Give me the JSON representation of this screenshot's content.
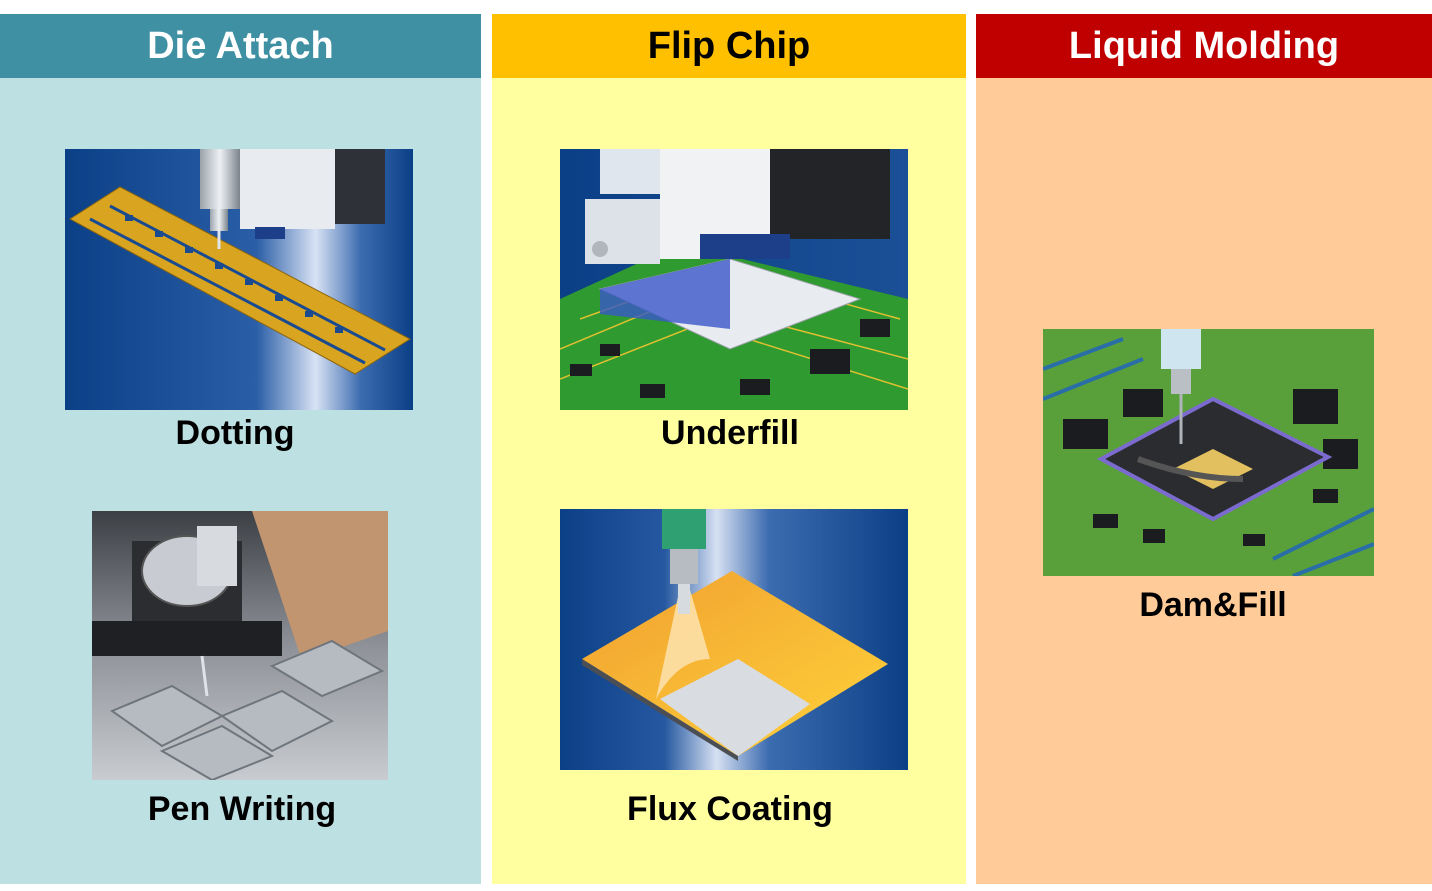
{
  "columns": [
    {
      "title": "Die Attach",
      "header_color": "#4090a4",
      "title_color": "#ffffff",
      "bg_color": "#bde0e3",
      "items": [
        {
          "label": "Dotting"
        },
        {
          "label": "Pen Writing"
        }
      ]
    },
    {
      "title": "Flip Chip",
      "header_color": "#ffc000",
      "title_color": "#000000",
      "bg_color": "#ffff9f",
      "items": [
        {
          "label": "Underfill"
        },
        {
          "label": "Flux Coating"
        }
      ]
    },
    {
      "title": "Liquid Molding",
      "header_color": "#c00000",
      "title_color": "#ffffff",
      "bg_color": "#ffcc99",
      "items": [
        {
          "label": "Dam&Fill"
        }
      ]
    }
  ]
}
